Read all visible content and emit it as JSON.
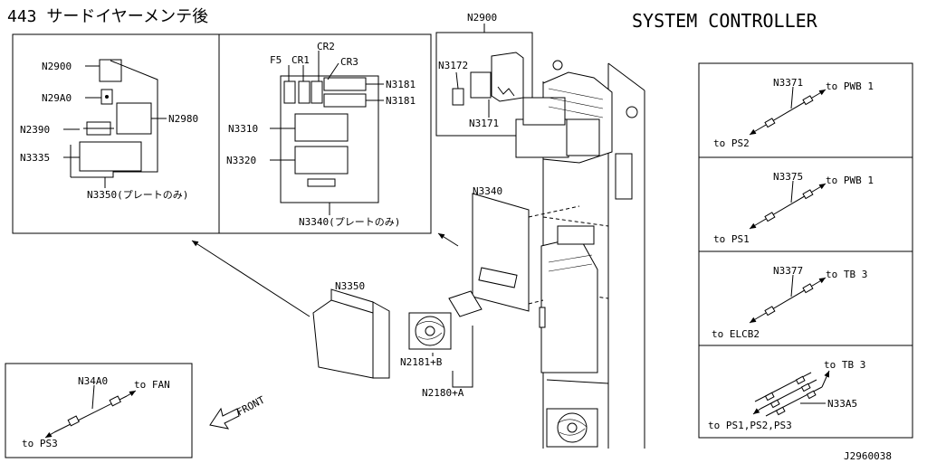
{
  "header": {
    "section_title": "443 サードイヤーメンテ後",
    "system_title": "SYSTEM CONTROLLER"
  },
  "panel_left": {
    "n2900": "N2900",
    "n29a0": "N29A0",
    "n2390": "N2390",
    "n2980": "N2980",
    "n3335": "N3335",
    "n3350_plate": "N3350(プレートのみ)"
  },
  "panel_right": {
    "f5": "F5",
    "cr1": "CR1",
    "cr2": "CR2",
    "cr3": "CR3",
    "n3181_a": "N3181",
    "n3181_b": "N3181",
    "n3310": "N3310",
    "n3320": "N3320",
    "n3340_plate": "N3340(プレートのみ)"
  },
  "main": {
    "n2900": "N2900",
    "n3172": "N3172",
    "n3171": "N3171",
    "n3340": "N3340",
    "n3350": "N3350",
    "n2181b": "N2181+B",
    "n2180a": "N2180+A",
    "front": "FRONT"
  },
  "fan_cable": {
    "part": "N34A0",
    "to_fan": "to FAN",
    "to_ps3": "to PS3"
  },
  "cables": [
    {
      "part": "N3371",
      "to_top": "to PWB 1",
      "to_bottom": "to PS2"
    },
    {
      "part": "N3375",
      "to_top": "to PWB 1",
      "to_bottom": "to PS1"
    },
    {
      "part": "N3377",
      "to_top": "to TB 3",
      "to_bottom": "to ELCB2"
    },
    {
      "part": "N33A5",
      "to_top": "to TB 3",
      "to_bottom": "to PS1,PS2,PS3"
    }
  ],
  "footer": {
    "drawing_id": "J2960038"
  }
}
